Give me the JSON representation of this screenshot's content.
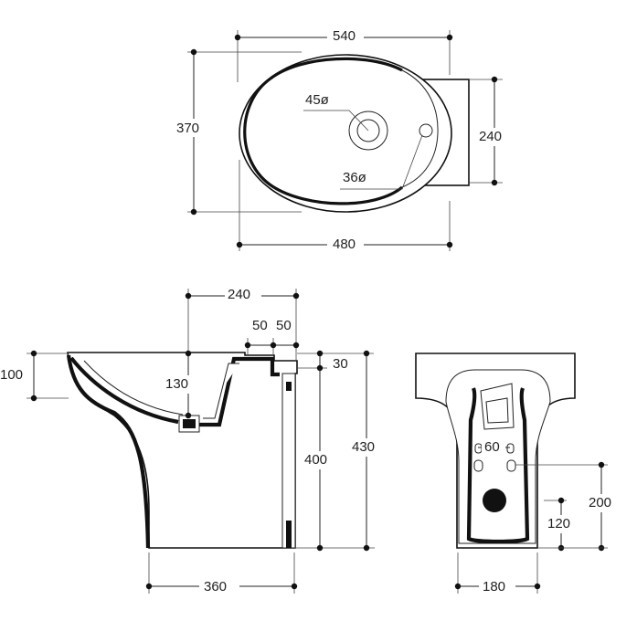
{
  "top_view": {
    "width_total": "540",
    "depth_total": "370",
    "width_basin": "480",
    "back_depth": "240",
    "tap_hole": "45ø",
    "overflow_hole": "36ø"
  },
  "side_view": {
    "back_to_tap": "240",
    "flange_a": "50",
    "flange_b": "50",
    "rim_thickness": "30",
    "front_lip": "100",
    "tap_height": "130",
    "body_height": "400",
    "total_height": "430",
    "base_depth": "360"
  },
  "rear_view": {
    "bolt_spacing": "60",
    "bolt_height": "200",
    "waste_height": "120",
    "base_width": "180"
  }
}
